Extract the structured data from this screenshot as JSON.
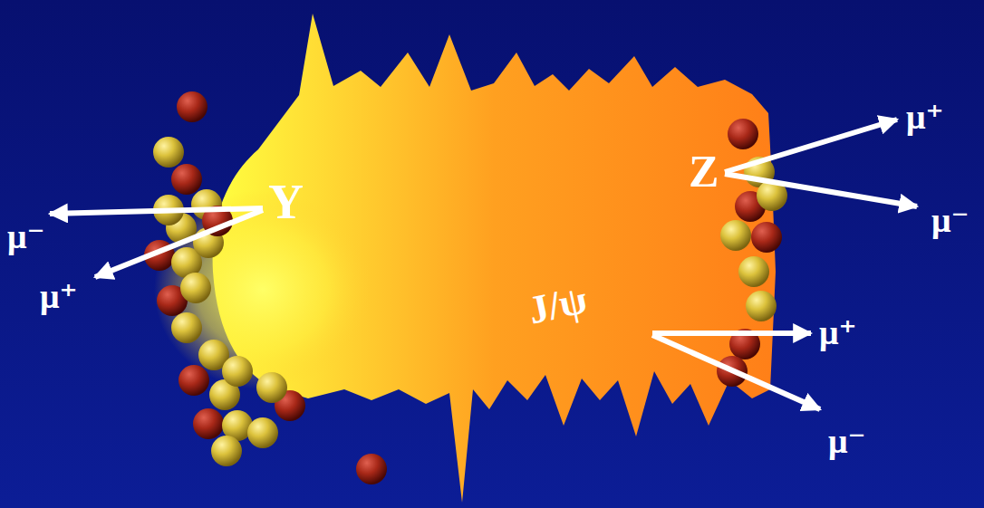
{
  "diagram": {
    "labels": [
      "Y",
      "μ⁻",
      "μ⁺",
      "Z",
      "μ⁺",
      "μ⁻",
      "J/ψ",
      "μ⁺",
      "μ⁻"
    ]
  }
}
